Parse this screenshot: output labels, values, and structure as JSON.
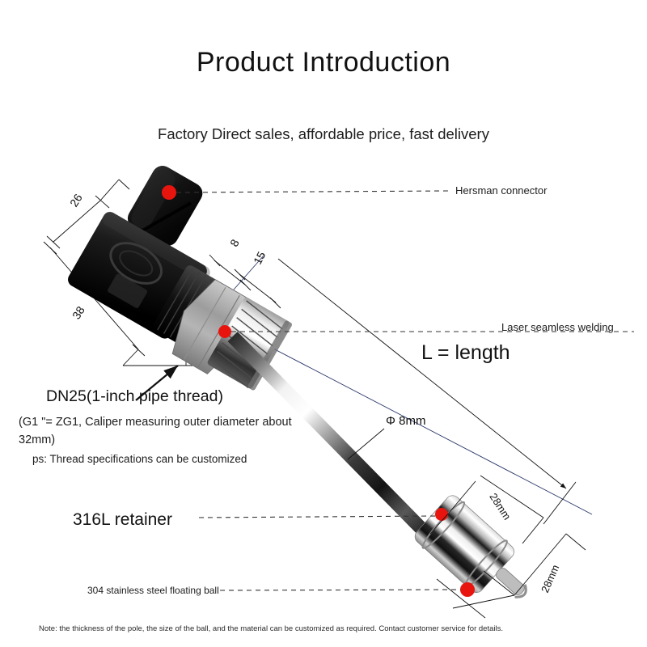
{
  "page": {
    "title": "Product Introduction",
    "subtitle": "Factory Direct sales, affordable price, fast delivery",
    "bottom_note": "Note: the thickness of the pole, the size of the ball, and the material can be customized as required. Contact customer service for details.",
    "background_color": "#ffffff",
    "marker_color": "#e8150f"
  },
  "callouts": {
    "hersman_connector": "Hersman connector",
    "laser_welding": "Laser seamless welding",
    "floating_ball": "304 stainless steel floating ball",
    "retainer": "316L retainer",
    "length": "L = length",
    "rod_diameter": "Φ 8mm"
  },
  "thread_spec": {
    "heading": "DN25(1-inch pipe thread)",
    "detail": "(G1 \"= ZG1, Caliper measuring outer diameter about 32mm)",
    "ps": "ps: Thread specifications can be customized"
  },
  "dimensions": {
    "connector_head": "26",
    "connector_body": "38",
    "thread_short": "8",
    "thread_long": "15",
    "float_length": "28mm",
    "float_diameter": "28mm"
  }
}
